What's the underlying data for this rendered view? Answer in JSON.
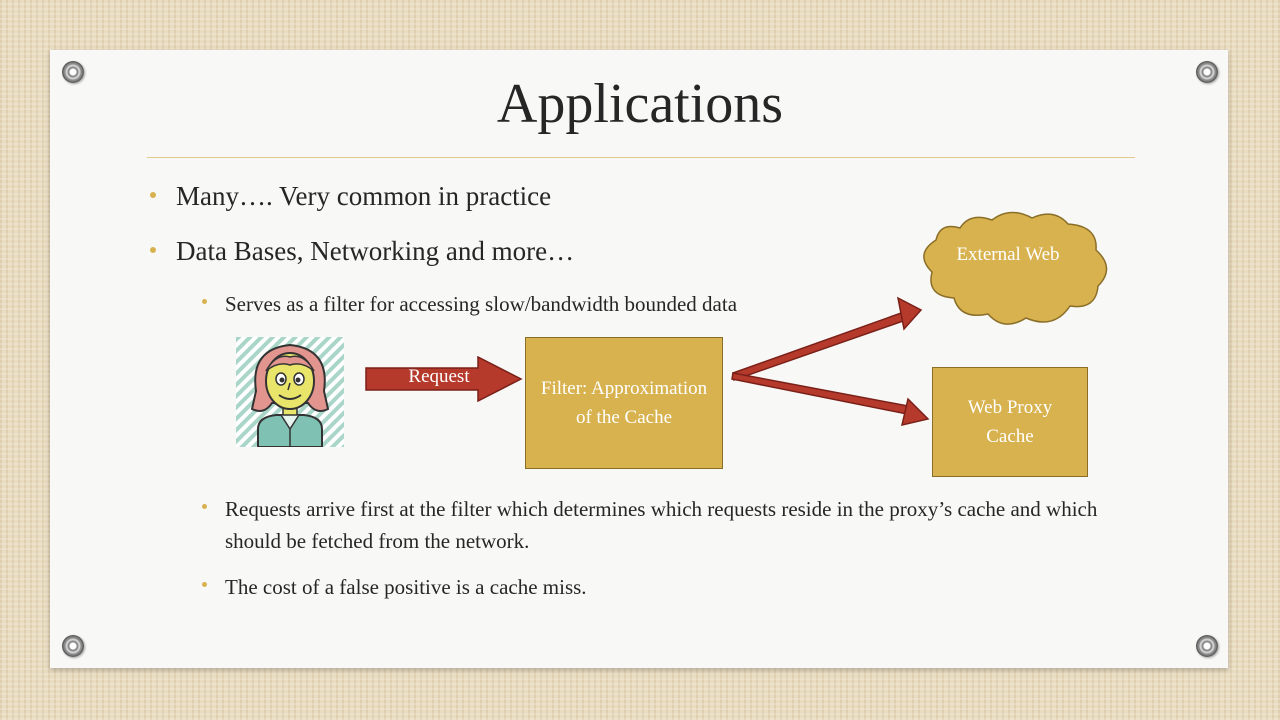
{
  "slide": {
    "title": "Applications",
    "bullets": [
      "Many…. Very common in practice",
      "Data Bases, Networking and more…"
    ],
    "sub_bullets_top": [
      "Serves as a filter for accessing slow/bandwidth bounded data"
    ],
    "sub_bullets_bottom": [
      "Requests arrive first at the filter which determines which requests reside in the proxy’s cache and which should be fetched from the network.",
      "The cost of a false positive is a cache miss."
    ]
  },
  "diagram": {
    "request_label": "Request",
    "filter_label": "Filter: Approximation of the Cache",
    "external_web_label": "External Web",
    "proxy_label": "Web Proxy Cache",
    "colors": {
      "box_fill": "#d8b24f",
      "box_border": "#8a6e28",
      "arrow_fill": "#b53a2c",
      "arrow_border": "#7a2018"
    },
    "icons": [
      "user-avatar-icon"
    ]
  }
}
